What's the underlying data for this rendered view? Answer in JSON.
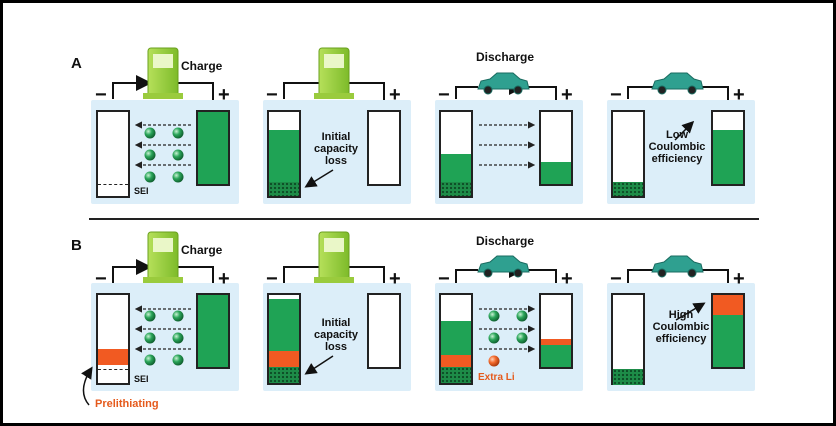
{
  "row_a": {
    "label": "A",
    "charge": "Charge",
    "sei": "SEI",
    "initial_loss": "Initial capacity loss",
    "discharge": "Discharge",
    "low_ce": "Low Coulombic efficiency"
  },
  "row_b": {
    "label": "B",
    "charge": "Charge",
    "sei": "SEI",
    "prelithiating": "Prelithiating",
    "initial_loss": "Initial capacity loss",
    "discharge": "Discharge",
    "extra": "Extra Li",
    "high_ce": "High Coulombic efficiency"
  },
  "signs": {
    "neg": "−",
    "pos": "+"
  },
  "icons": [
    "charging-station-icon",
    "car-icon",
    "lithium-ion-icon"
  ],
  "colors": {
    "active": "#1fa355",
    "lithium": "#f15a22",
    "sei": "#1d8c48",
    "electrolyte": "#dceef9"
  }
}
